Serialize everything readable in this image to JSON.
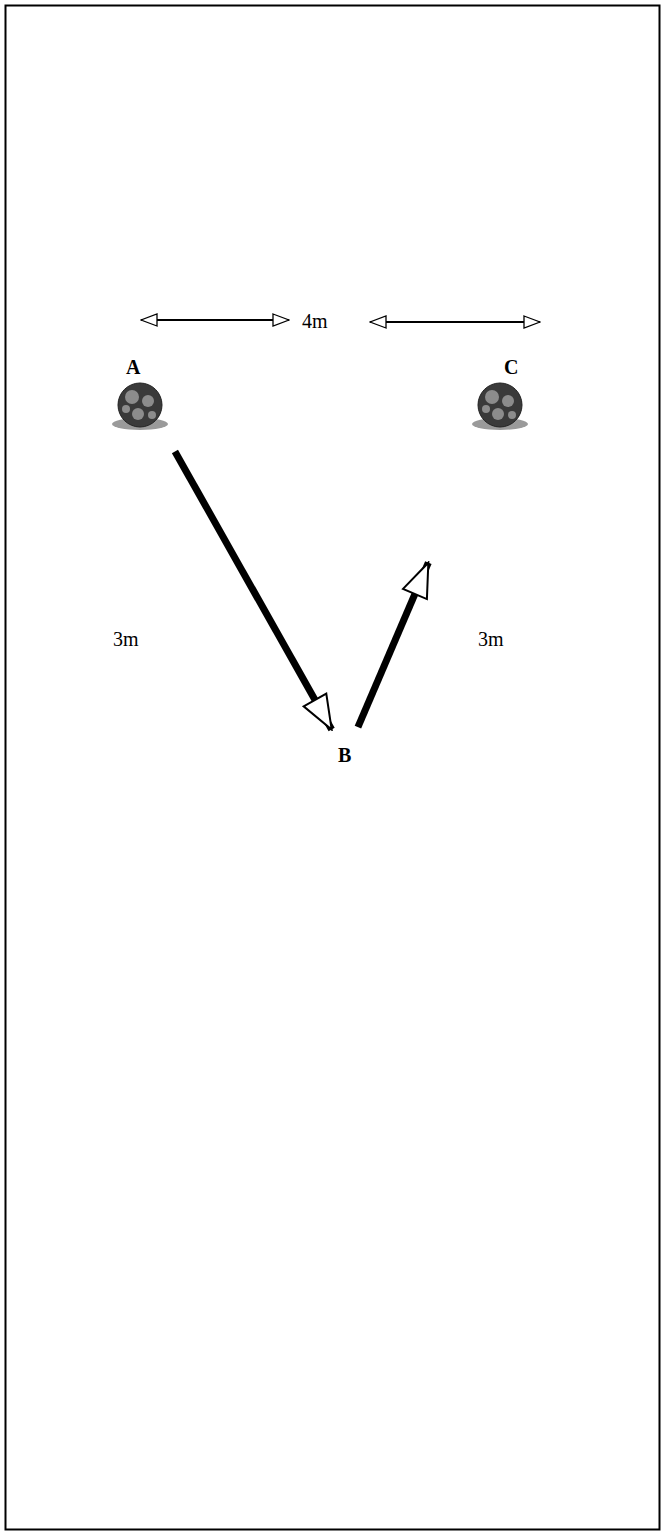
{
  "diagram": {
    "nodes": [
      {
        "text": [
          "A"
        ]
      },
      {
        "text": [
          "B"
        ]
      },
      {
        "text": [
          "C"
        ]
      }
    ],
    "edges": [
      {
        "from": 0,
        "to": 1,
        "arrow": "to"
      },
      {
        "from": 1,
        "to": 2,
        "arrow": "to"
      }
    ],
    "labels": [
      "4m",
      "3m",
      "3m"
    ]
  }
}
